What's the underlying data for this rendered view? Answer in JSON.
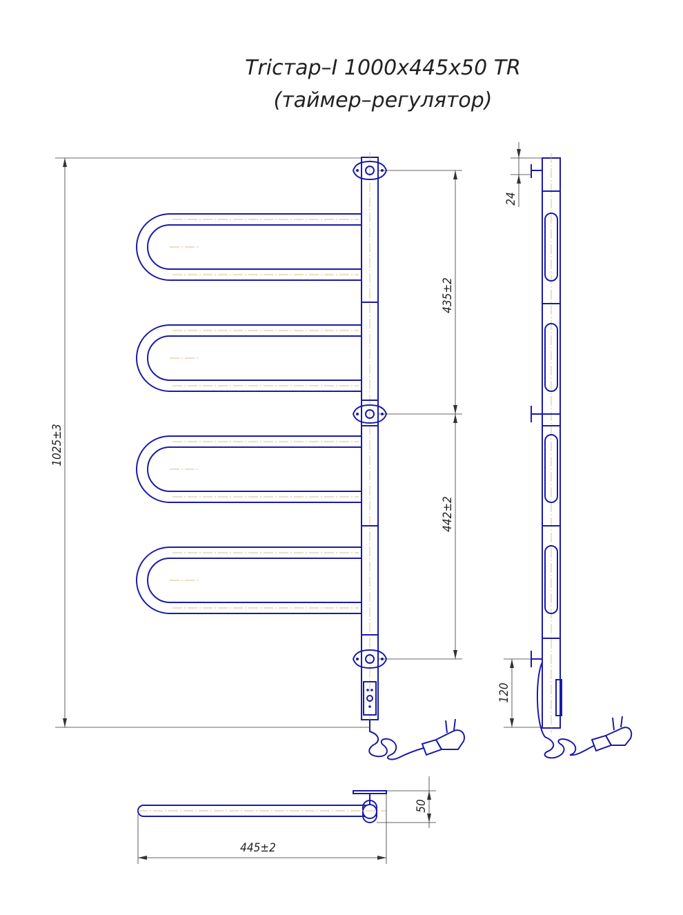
{
  "title": {
    "line1": "Тrістар–І 1000х445х50 TR",
    "line2": "(таймер–регулятор)"
  },
  "dimensions": {
    "height_total": "1025±3",
    "upper_span": "435±2",
    "lower_span": "442±2",
    "top_offset": "24",
    "bottom_offset": "120",
    "depth": "50",
    "width": "445±2"
  },
  "colors": {
    "outline": "#1a1aa6",
    "dimension": "#333333",
    "centerline": "#c9a96a"
  }
}
